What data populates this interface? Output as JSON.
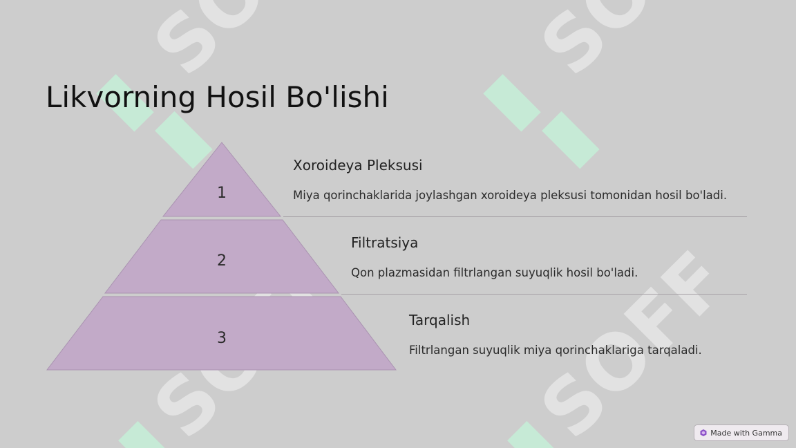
{
  "title": "Likvorning Hosil Bo'lishi",
  "pyramid": {
    "levels": [
      {
        "number": "1",
        "heading": "Xoroideya Pleksusi",
        "description": "Miya qorinchaklarida joylashgan xoroideya pleksusi tomonidan hosil bo'ladi."
      },
      {
        "number": "2",
        "heading": "Filtratsiya",
        "description": "Qon plazmasidan filtrlangan suyuqlik hosil bo'ladi."
      },
      {
        "number": "3",
        "heading": "Tarqalish",
        "description": "Filtrlangan suyuqlik miya qorinchaklariga tarqaladi."
      }
    ],
    "fill_color": "#c2aac8",
    "stroke_color": "#aa93b1"
  },
  "badge": {
    "label": "Made with Gamma",
    "icon": "gamma-logo-icon"
  },
  "watermark": {
    "text": "SOFF",
    "color_green": "#c6ead6",
    "color_white": "#e2e2e2"
  }
}
